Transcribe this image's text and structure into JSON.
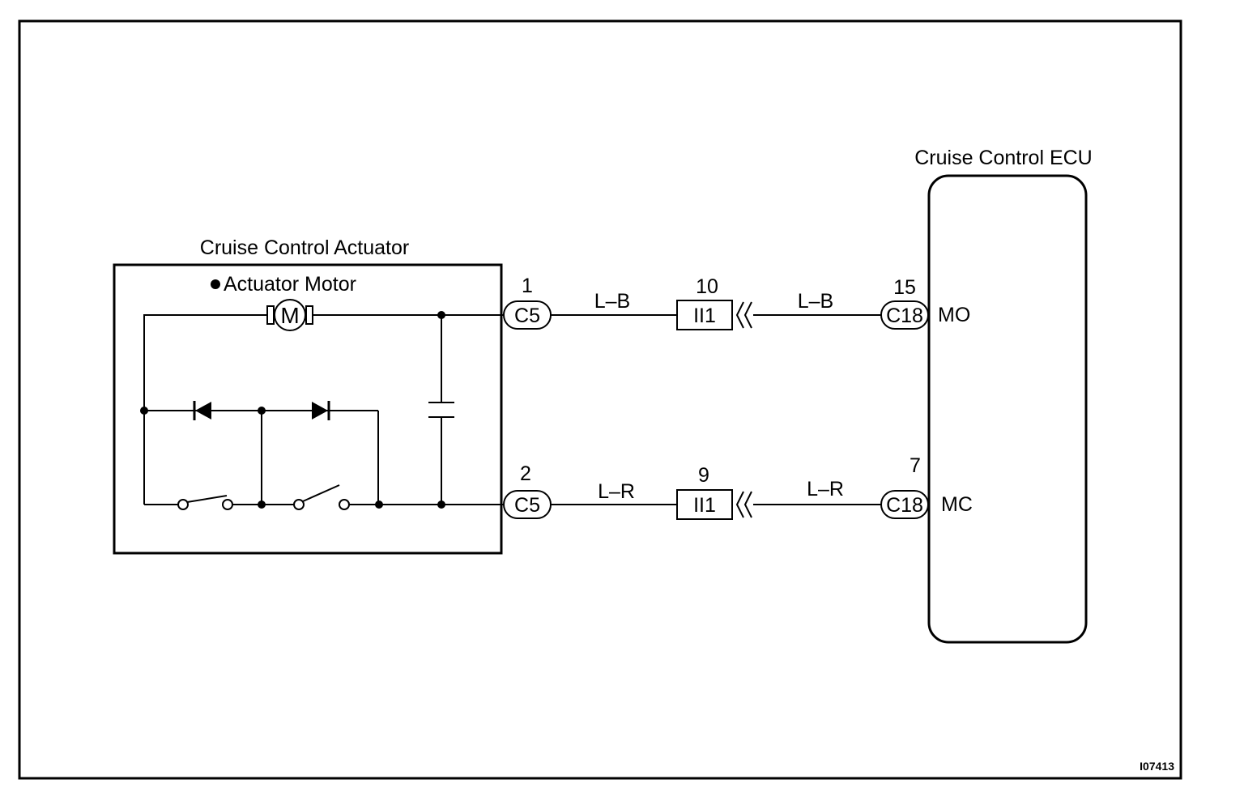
{
  "actuator": {
    "title": "Cruise Control Actuator",
    "motor_label": "Actuator Motor",
    "motor_symbol": "M"
  },
  "ecu": {
    "title": "Cruise Control ECU",
    "terminals": [
      "MO",
      "MC"
    ]
  },
  "circuits": [
    {
      "actuator_pin": "1",
      "actuator_connector": "C5",
      "wire_left": "L–B",
      "junction_pin": "10",
      "junction_connector": "II1",
      "wire_right": "L–B",
      "ecu_pin": "15",
      "ecu_connector": "C18",
      "ecu_terminal": "MO"
    },
    {
      "actuator_pin": "2",
      "actuator_connector": "C5",
      "wire_left": "L–R",
      "junction_pin": "9",
      "junction_connector": "II1",
      "wire_right": "L–R",
      "ecu_pin": "7",
      "ecu_connector": "C18",
      "ecu_terminal": "MC"
    }
  ],
  "figure_id": "I07413"
}
